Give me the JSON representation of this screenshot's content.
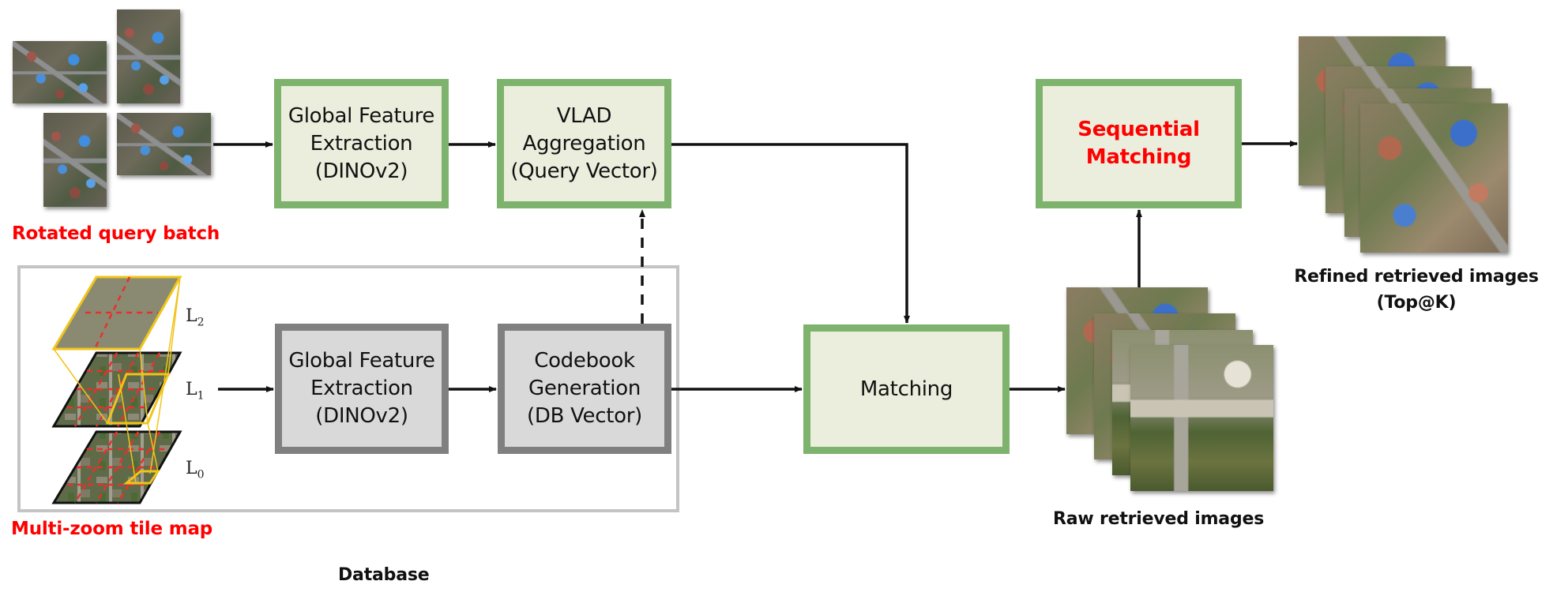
{
  "query": {
    "label": "Rotated query batch",
    "tiles": [
      {
        "name": "query-tile-rotated-90",
        "orientation": "landscape"
      },
      {
        "name": "query-tile-original",
        "orientation": "portrait"
      },
      {
        "name": "query-tile-rotated-180",
        "orientation": "portrait"
      },
      {
        "name": "query-tile-rotated-270",
        "orientation": "landscape"
      }
    ]
  },
  "pipeline_top": {
    "global_feature": {
      "lines": [
        "Global Feature",
        "Extraction",
        "(DINOv2)"
      ]
    },
    "vlad": {
      "lines": [
        "VLAD",
        "Aggregation",
        "(Query Vector)"
      ]
    }
  },
  "database": {
    "label": "Database",
    "tile_map_label": "Multi-zoom tile map",
    "levels": [
      {
        "base": "L",
        "sub": "2"
      },
      {
        "base": "L",
        "sub": "1"
      },
      {
        "base": "L",
        "sub": "0"
      }
    ],
    "global_feature": {
      "lines": [
        "Global Feature",
        "Extraction",
        "(DINOv2)"
      ]
    },
    "codebook": {
      "lines": [
        "Codebook",
        "Generation",
        "(DB Vector)"
      ]
    }
  },
  "matching": {
    "lines": [
      "Matching"
    ]
  },
  "sequential_matching": {
    "lines": [
      "Sequential",
      "Matching"
    ]
  },
  "raw_retrieved": {
    "caption": "Raw retrieved images",
    "count": 4
  },
  "refined_retrieved": {
    "caption_lines": [
      "Refined retrieved images",
      "(Top@K)"
    ],
    "count": 4
  },
  "colors": {
    "highlight_red": "#ff0000",
    "process_green_border": "#7db36c",
    "process_green_fill": "#ebeedd",
    "db_gray_border": "#808080",
    "db_gray_fill": "#d9d9d9",
    "container_border": "#c4c4c4",
    "zoom_link_yellow": "#f0c419",
    "tile_grid_red": "#e8302b"
  }
}
